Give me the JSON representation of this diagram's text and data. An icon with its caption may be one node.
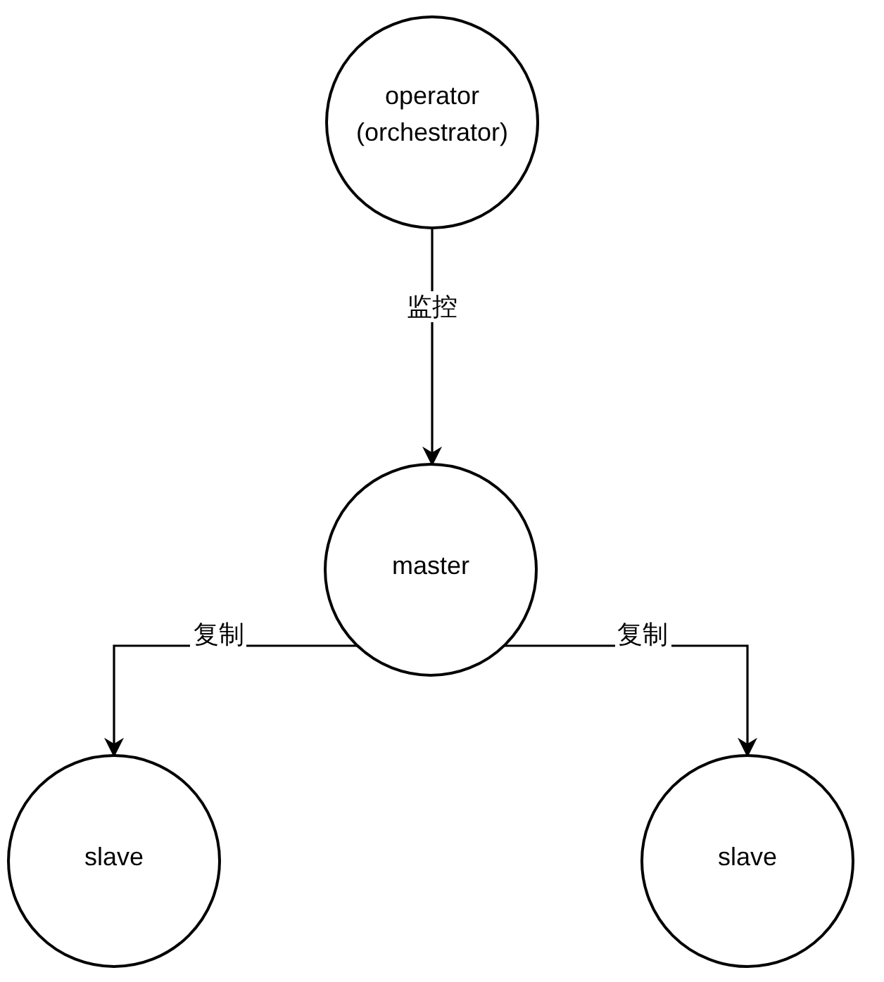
{
  "diagram": {
    "nodes": [
      {
        "text": [
          "operator (orchestrator)"
        ]
      },
      {
        "text": [
          "master"
        ]
      },
      {
        "text": [
          "slave"
        ]
      },
      {
        "text": [
          "slave"
        ]
      }
    ],
    "edges": [
      {
        "from": 0,
        "to": 1,
        "arrow": "to",
        "label": "监控"
      },
      {
        "from": 1,
        "to": 2,
        "arrow": "to",
        "label": "复制"
      },
      {
        "from": 1,
        "to": 3,
        "arrow": "to",
        "label": "复制"
      }
    ]
  }
}
